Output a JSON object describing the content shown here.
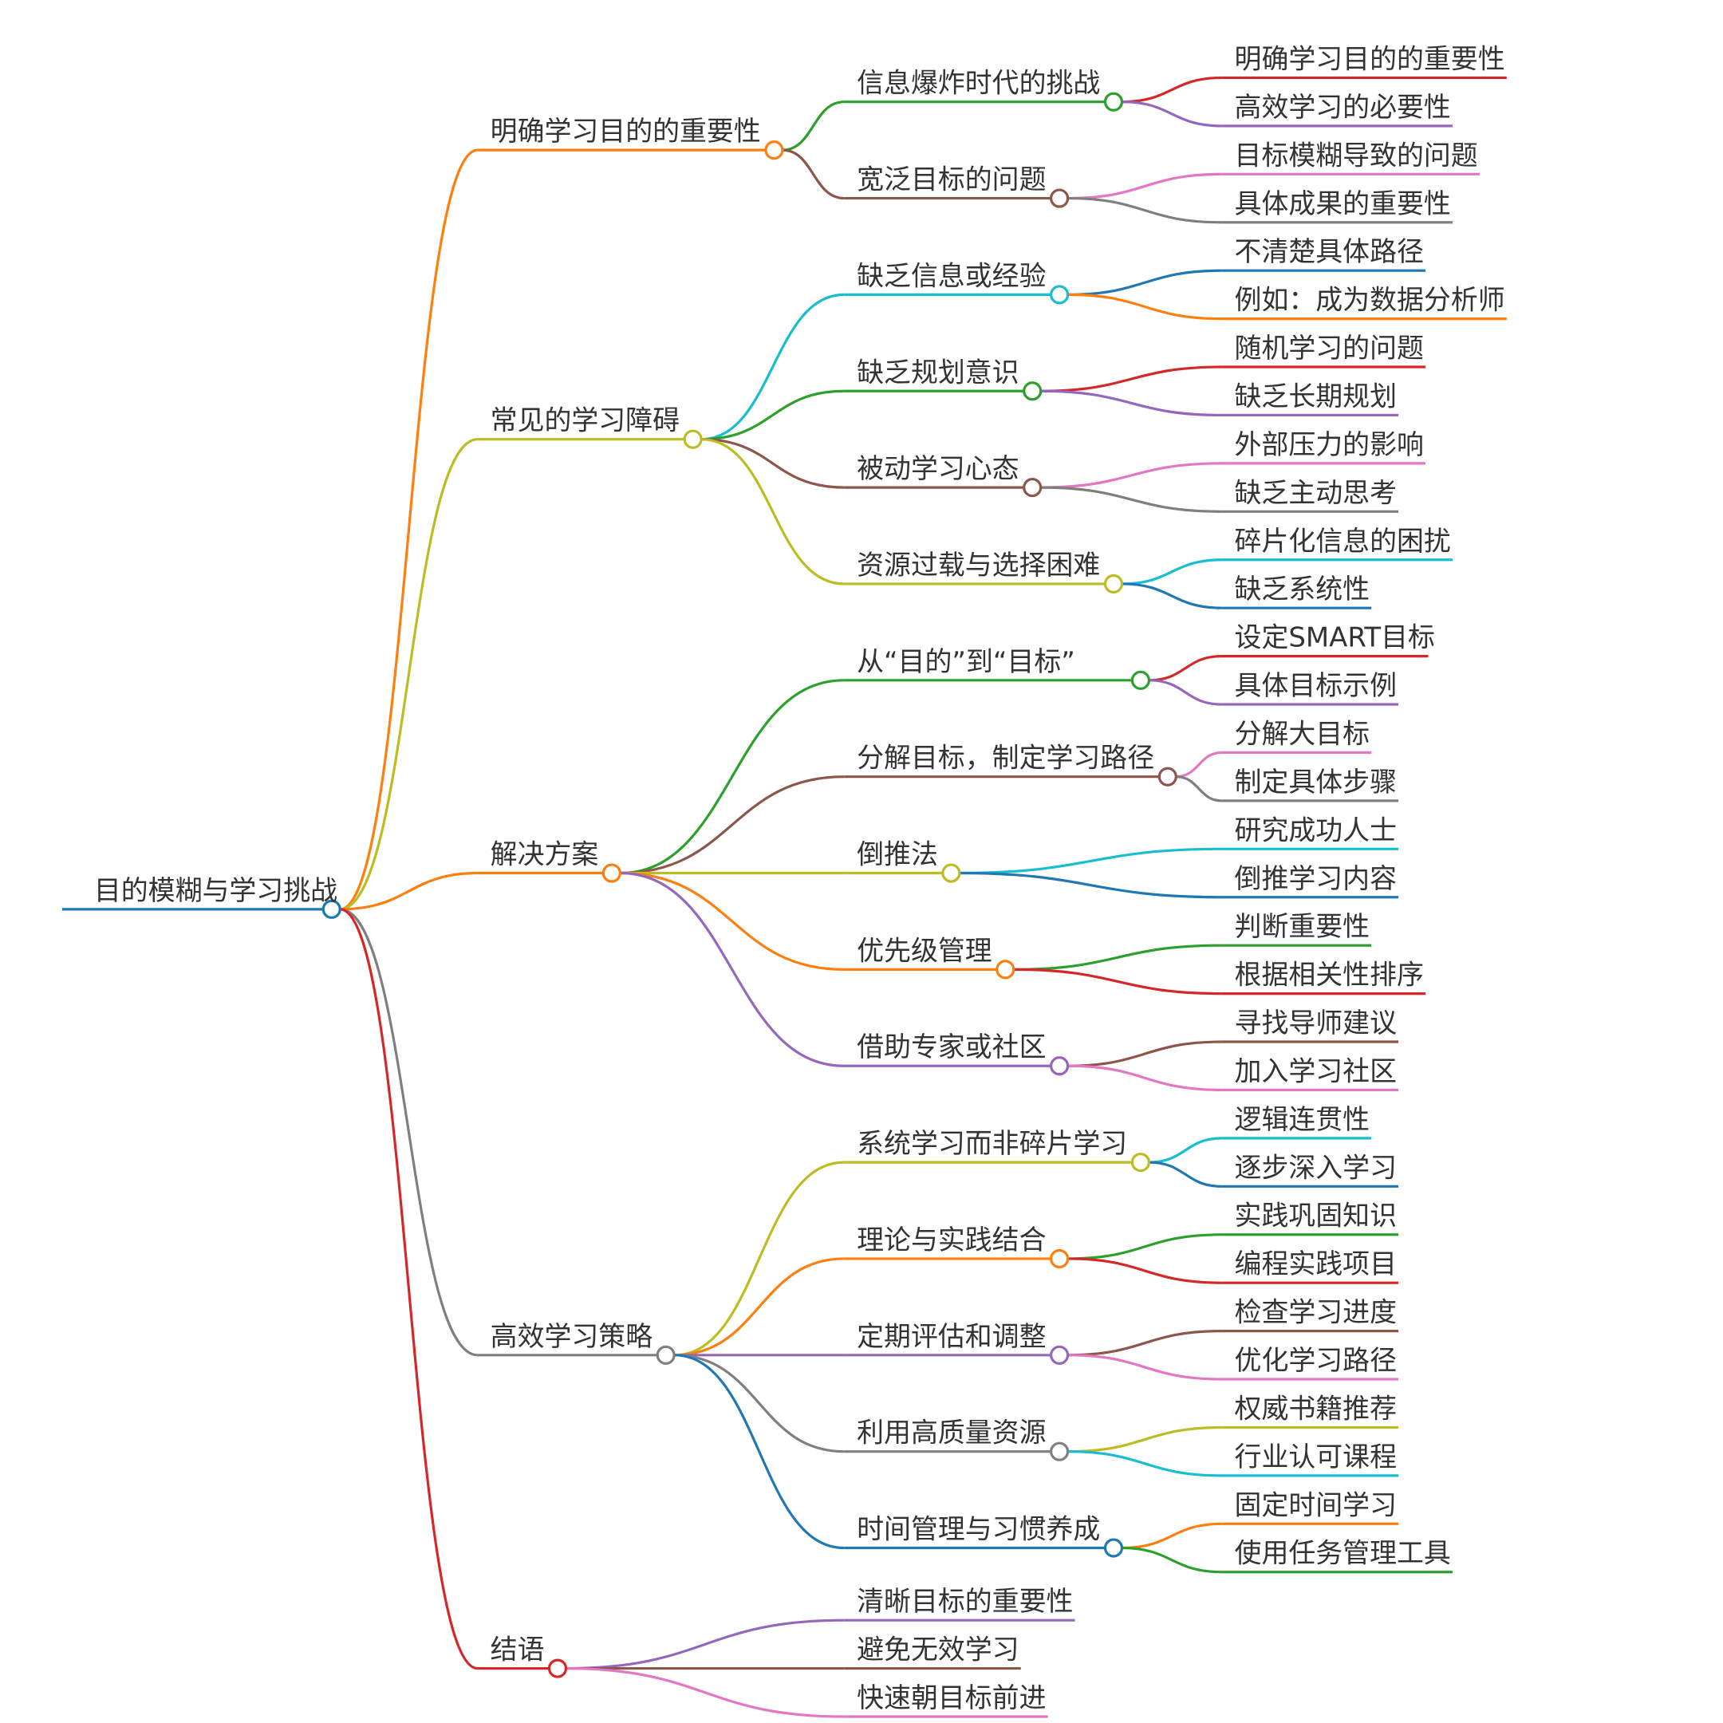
{
  "mindmap": {
    "root": {
      "label": "目的模糊与学习挑战",
      "color": "#1f77b4",
      "children": [
        {
          "label": "明确学习目的的重要性",
          "color": "#ff7f0e",
          "children": [
            {
              "label": "信息爆炸时代的挑战",
              "color": "#2ca02c",
              "children": [
                {
                  "label": "明确学习目的的重要性",
                  "color": "#d62728"
                },
                {
                  "label": "高效学习的必要性",
                  "color": "#9467bd"
                }
              ]
            },
            {
              "label": "宽泛目标的问题",
              "color": "#8c564b",
              "children": [
                {
                  "label": "目标模糊导致的问题",
                  "color": "#e377c2"
                },
                {
                  "label": "具体成果的重要性",
                  "color": "#7f7f7f"
                }
              ]
            }
          ]
        },
        {
          "label": "常见的学习障碍",
          "color": "#bcbd22",
          "children": [
            {
              "label": "缺乏信息或经验",
              "color": "#17becf",
              "children": [
                {
                  "label": "不清楚具体路径",
                  "color": "#1f77b4"
                },
                {
                  "label": "例如：成为数据分析师",
                  "color": "#ff7f0e"
                }
              ]
            },
            {
              "label": "缺乏规划意识",
              "color": "#2ca02c",
              "children": [
                {
                  "label": "随机学习的问题",
                  "color": "#d62728"
                },
                {
                  "label": "缺乏长期规划",
                  "color": "#9467bd"
                }
              ]
            },
            {
              "label": "被动学习心态",
              "color": "#8c564b",
              "children": [
                {
                  "label": "外部压力的影响",
                  "color": "#e377c2"
                },
                {
                  "label": "缺乏主动思考",
                  "color": "#7f7f7f"
                }
              ]
            },
            {
              "label": "资源过载与选择困难",
              "color": "#bcbd22",
              "children": [
                {
                  "label": "碎片化信息的困扰",
                  "color": "#17becf"
                },
                {
                  "label": "缺乏系统性",
                  "color": "#1f77b4"
                }
              ]
            }
          ]
        },
        {
          "label": "解决方案",
          "color": "#ff7f0e",
          "children": [
            {
              "label": "从“目的”到“目标”",
              "color": "#2ca02c",
              "children": [
                {
                  "label": "设定SMART目标",
                  "color": "#d62728"
                },
                {
                  "label": "具体目标示例",
                  "color": "#9467bd"
                }
              ]
            },
            {
              "label": "分解目标，制定学习路径",
              "color": "#8c564b",
              "children": [
                {
                  "label": "分解大目标",
                  "color": "#e377c2"
                },
                {
                  "label": "制定具体步骤",
                  "color": "#7f7f7f"
                }
              ]
            },
            {
              "label": "倒推法",
              "color": "#bcbd22",
              "children": [
                {
                  "label": "研究成功人士",
                  "color": "#17becf"
                },
                {
                  "label": "倒推学习内容",
                  "color": "#1f77b4"
                }
              ]
            },
            {
              "label": "优先级管理",
              "color": "#ff7f0e",
              "children": [
                {
                  "label": "判断重要性",
                  "color": "#2ca02c"
                },
                {
                  "label": "根据相关性排序",
                  "color": "#d62728"
                }
              ]
            },
            {
              "label": "借助专家或社区",
              "color": "#9467bd",
              "children": [
                {
                  "label": "寻找导师建议",
                  "color": "#8c564b"
                },
                {
                  "label": "加入学习社区",
                  "color": "#e377c2"
                }
              ]
            }
          ]
        },
        {
          "label": "高效学习策略",
          "color": "#7f7f7f",
          "children": [
            {
              "label": "系统学习而非碎片学习",
              "color": "#bcbd22",
              "children": [
                {
                  "label": "逻辑连贯性",
                  "color": "#17becf"
                },
                {
                  "label": "逐步深入学习",
                  "color": "#1f77b4"
                }
              ]
            },
            {
              "label": "理论与实践结合",
              "color": "#ff7f0e",
              "children": [
                {
                  "label": "实践巩固知识",
                  "color": "#2ca02c"
                },
                {
                  "label": "编程实践项目",
                  "color": "#d62728"
                }
              ]
            },
            {
              "label": "定期评估和调整",
              "color": "#9467bd",
              "children": [
                {
                  "label": "检查学习进度",
                  "color": "#8c564b"
                },
                {
                  "label": "优化学习路径",
                  "color": "#e377c2"
                }
              ]
            },
            {
              "label": "利用高质量资源",
              "color": "#7f7f7f",
              "children": [
                {
                  "label": "权威书籍推荐",
                  "color": "#bcbd22"
                },
                {
                  "label": "行业认可课程",
                  "color": "#17becf"
                }
              ]
            },
            {
              "label": "时间管理与习惯养成",
              "color": "#1f77b4",
              "children": [
                {
                  "label": "固定时间学习",
                  "color": "#ff7f0e"
                },
                {
                  "label": "使用任务管理工具",
                  "color": "#2ca02c"
                }
              ]
            }
          ]
        },
        {
          "label": "结语",
          "color": "#d62728",
          "children": [
            {
              "label": "清晰目标的重要性",
              "color": "#9467bd"
            },
            {
              "label": "避免无效学习",
              "color": "#8c564b"
            },
            {
              "label": "快速朝目标前进",
              "color": "#e377c2"
            }
          ]
        }
      ]
    }
  }
}
